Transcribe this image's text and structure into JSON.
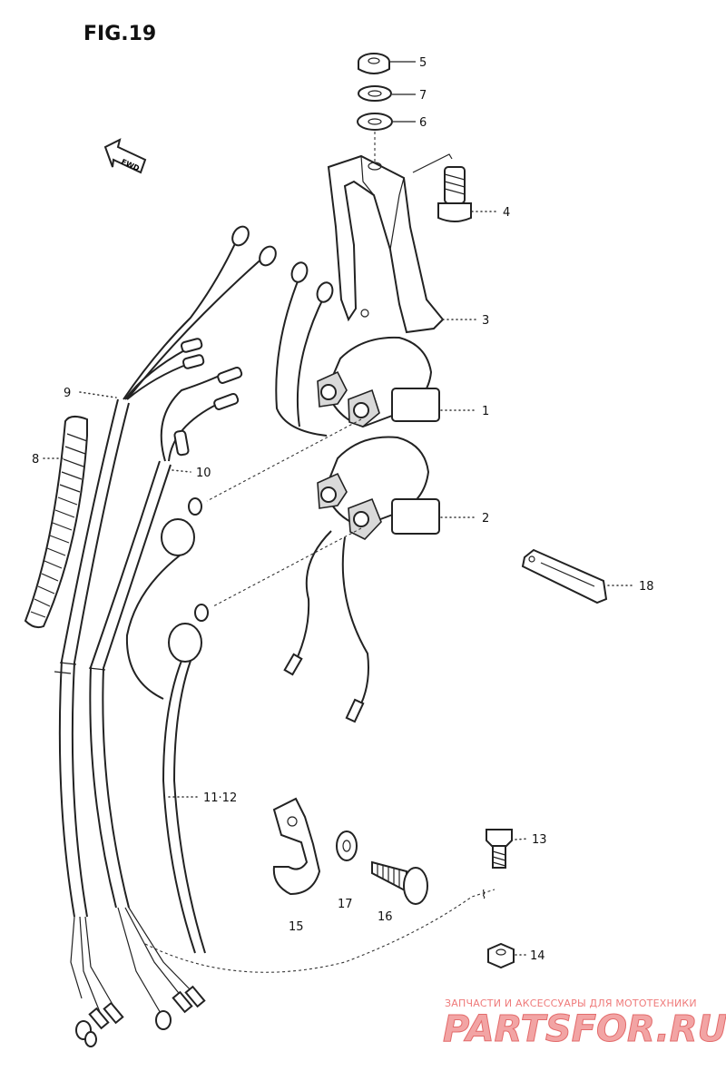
{
  "figure_title": "FIG.19",
  "fwd_label": "FWD",
  "callouts": [
    {
      "id": "c5",
      "label": "5"
    },
    {
      "id": "c7",
      "label": "7"
    },
    {
      "id": "c6",
      "label": "6"
    },
    {
      "id": "c4",
      "label": "4"
    },
    {
      "id": "c3",
      "label": "3"
    },
    {
      "id": "c1",
      "label": "1"
    },
    {
      "id": "c2",
      "label": "2"
    },
    {
      "id": "c18",
      "label": "18"
    },
    {
      "id": "c9",
      "label": "9"
    },
    {
      "id": "c8",
      "label": "8"
    },
    {
      "id": "c10",
      "label": "10"
    },
    {
      "id": "c1112",
      "label": "11·12"
    },
    {
      "id": "c13",
      "label": "13"
    },
    {
      "id": "c14",
      "label": "14"
    },
    {
      "id": "c15",
      "label": "15"
    },
    {
      "id": "c16",
      "label": "16"
    },
    {
      "id": "c17",
      "label": "17"
    }
  ],
  "watermark": {
    "tagline": "ЗАПЧАСТИ И АКСЕССУАРЫ ДЛЯ МОТОТЕХНИКИ",
    "brand": "PARTSFOR.RU"
  }
}
